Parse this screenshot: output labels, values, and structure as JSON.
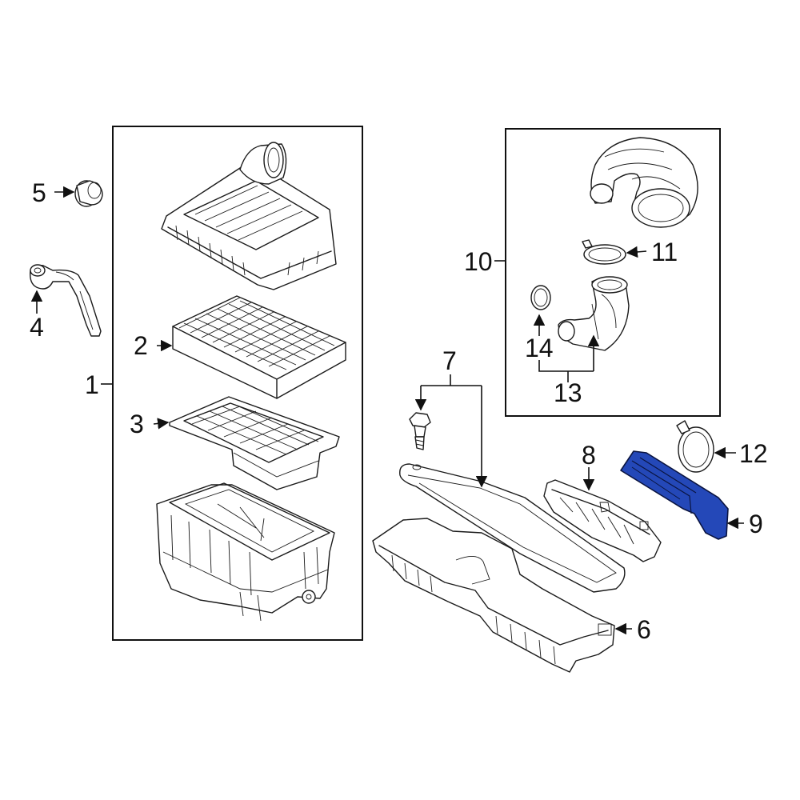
{
  "diagram": {
    "highlight_color": "#2448b8",
    "callouts": {
      "c1": "1",
      "c2": "2",
      "c3": "3",
      "c4": "4",
      "c5": "5",
      "c6": "6",
      "c7": "7",
      "c8": "8",
      "c9": "9",
      "c10": "10",
      "c11": "11",
      "c12": "12",
      "c13": "13",
      "c14": "14"
    }
  }
}
